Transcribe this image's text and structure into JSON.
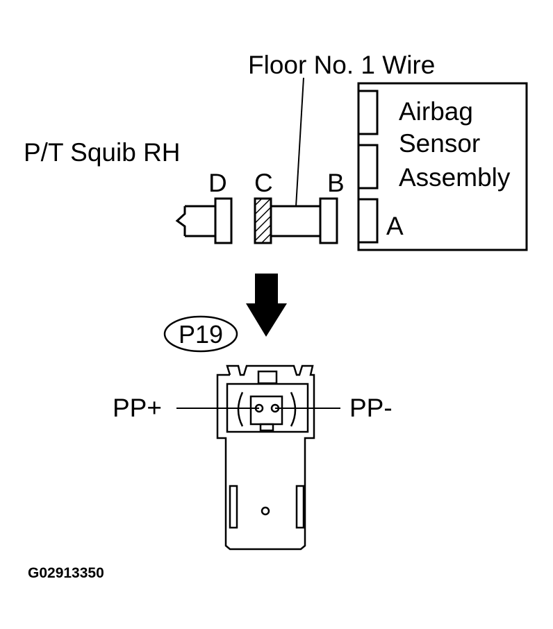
{
  "labels": {
    "floor_wire": "Floor No. 1 Wire",
    "airbag_line1": "Airbag",
    "airbag_line2": "Sensor",
    "airbag_line3": "Assembly",
    "squib": "P/T Squib RH",
    "conn_d": "D",
    "conn_c": "C",
    "conn_b": "B",
    "conn_a": "A",
    "connector_id": "P19",
    "pin_plus": "PP+",
    "pin_minus": "PP-",
    "figure_code": "G02913350"
  },
  "colors": {
    "line": "#000000",
    "background": "#ffffff"
  }
}
